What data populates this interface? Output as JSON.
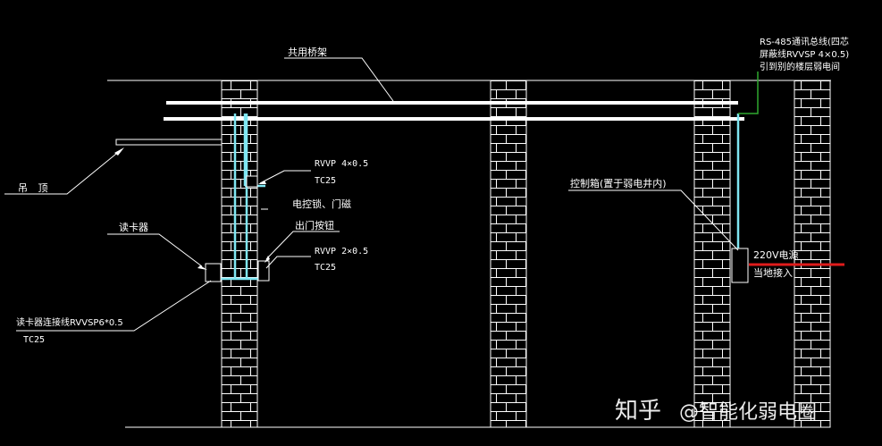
{
  "labels": {
    "bridge": "共用桥架",
    "ceiling": "吊 顶",
    "card_reader": "读卡器",
    "rvvp4": "RVVP 4×0.5",
    "tc25_top": "TC25",
    "lock": "电控锁、门磁",
    "exit_button": "出门按钮",
    "rvvp2": "RVVP 2×0.5",
    "tc25_mid": "TC25",
    "reader_cable": "读卡器连接线RVVSP6*0.5",
    "tc25_bottom": "TC25",
    "rs485_line1": "RS-485通讯总线(四芯",
    "rs485_line2": "屏蔽线RVVSP 4×0.5)",
    "rs485_line3": "引到别的楼层弱电间",
    "control_box": "控制箱(置于弱电井内)",
    "power_line1": "220V电源",
    "power_line2": "当地接入"
  },
  "watermark": {
    "brand": "知乎",
    "handle": "@智能化弱电圈"
  },
  "colors": {
    "background": "#000000",
    "brick": "#ffffff",
    "pipe": "#7fe6f2",
    "rs485": "#2fa82f",
    "power": "#e01b1b"
  }
}
